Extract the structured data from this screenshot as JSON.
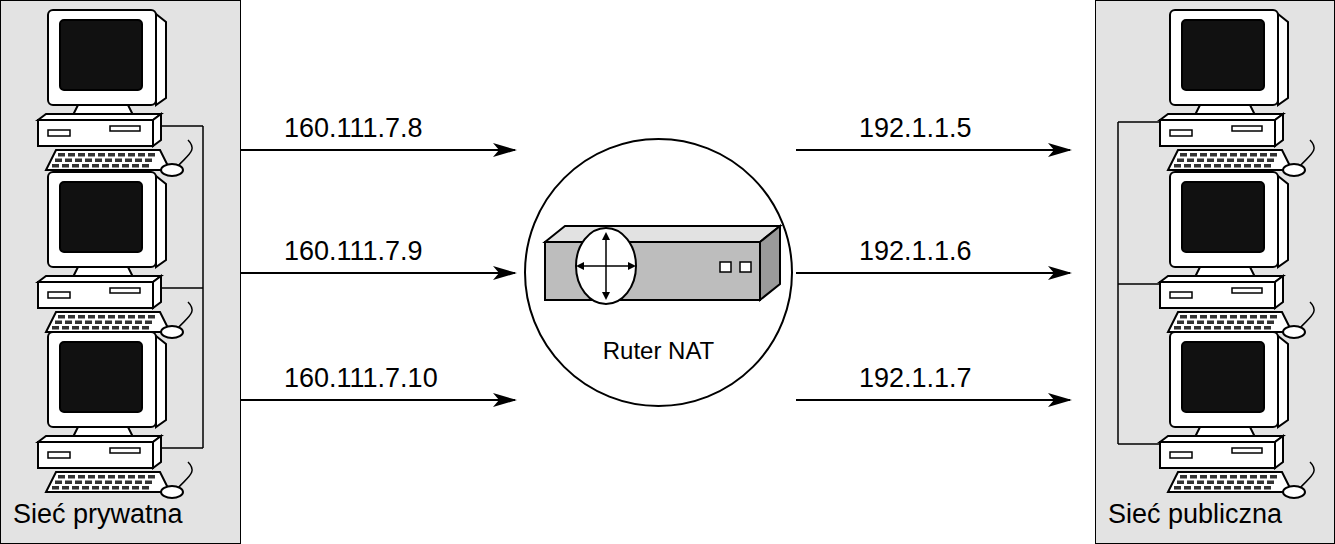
{
  "diagram": {
    "nodes": [
      {
        "text": [
          "Sieć prywatna"
        ]
      },
      {
        "text": [
          "Ruter NAT"
        ]
      },
      {
        "text": [
          "Sieć publiczna"
        ]
      }
    ],
    "edges": [
      {
        "from": 0,
        "to": 1,
        "arrow": "to",
        "label": "160.111.7.8"
      },
      {
        "from": 0,
        "to": 1,
        "arrow": "to",
        "label": "160.111.7.9"
      },
      {
        "from": 0,
        "to": 1,
        "arrow": "to",
        "label": "160.111.7.10"
      },
      {
        "from": 1,
        "to": 2,
        "arrow": "to",
        "label": "192.1.1.5"
      },
      {
        "from": 1,
        "to": 2,
        "arrow": "to",
        "label": "192.1.1.6"
      },
      {
        "from": 1,
        "to": 2,
        "arrow": "to",
        "label": "192.1.1.7"
      }
    ]
  }
}
